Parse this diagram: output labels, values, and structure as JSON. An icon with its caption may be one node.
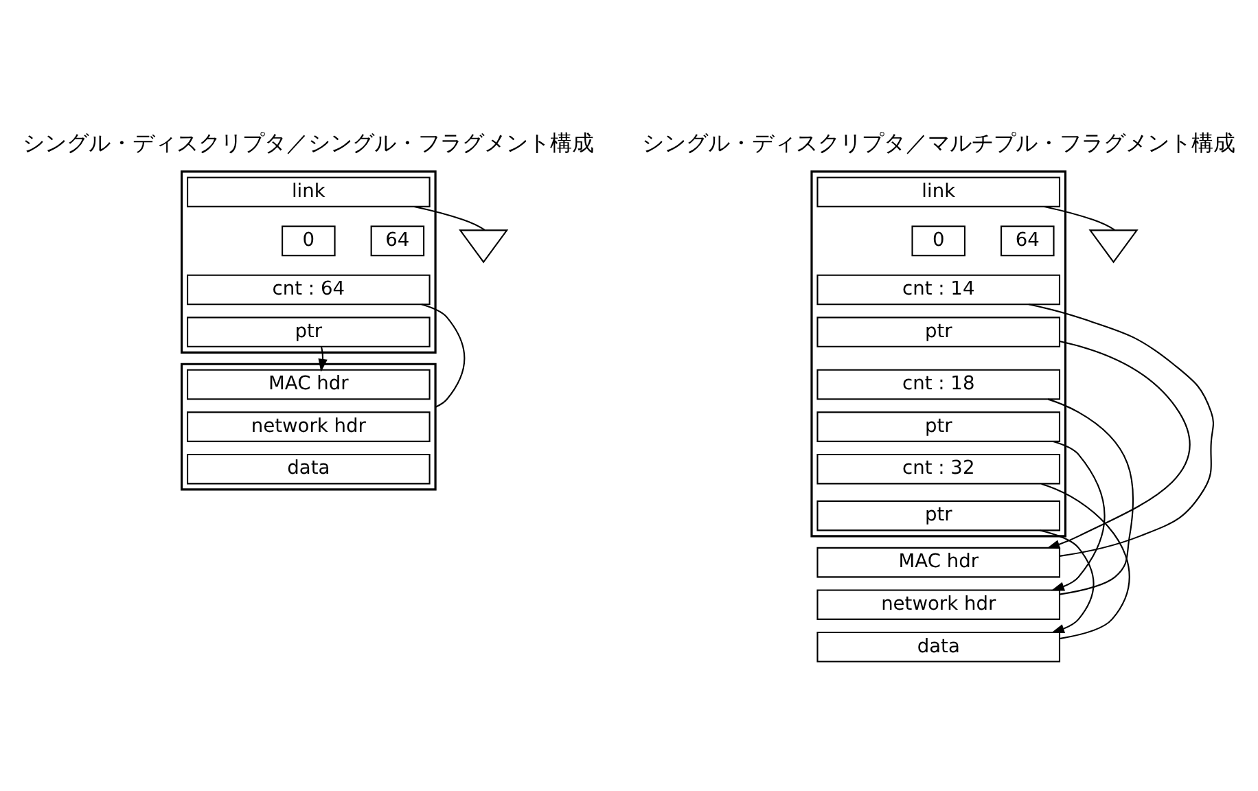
{
  "diagram": {
    "nodes": [
      {
        "text": [],
        "shape": "box"
      },
      {
        "text": [
          "link"
        ],
        "in": 0
      },
      {
        "text": [
          "0"
        ],
        "in": 0
      },
      {
        "text": [
          "64"
        ],
        "in": 0
      },
      {
        "text": [
          "cnt : 64"
        ],
        "in": 0
      },
      {
        "text": [
          "ptr"
        ],
        "in": 0
      },
      {
        "text": [],
        "shape": "triangle"
      },
      {
        "text": [],
        "shape": "box"
      },
      {
        "text": [
          "MAC hdr"
        ],
        "in": 7
      },
      {
        "text": [
          "network hdr"
        ],
        "in": 7
      },
      {
        "text": [
          "data"
        ],
        "in": 7
      },
      {
        "text": [],
        "shape": "box"
      },
      {
        "text": [
          "link"
        ],
        "in": 11
      },
      {
        "text": [
          "0"
        ],
        "in": 11
      },
      {
        "text": [
          "64"
        ],
        "in": 11
      },
      {
        "text": [
          "cnt : 14"
        ],
        "in": 11
      },
      {
        "text": [
          "ptr"
        ],
        "in": 11
      },
      {
        "text": [
          "cnt : 18"
        ],
        "in": 11
      },
      {
        "text": [
          "ptr"
        ],
        "in": 11
      },
      {
        "text": [
          "cnt : 32"
        ],
        "in": 11
      },
      {
        "text": [
          "ptr"
        ],
        "in": 11
      },
      {
        "text": [],
        "shape": "triangle"
      },
      {
        "text": [
          "MAC hdr"
        ]
      },
      {
        "text": [
          "network hdr"
        ]
      },
      {
        "text": [
          "data"
        ]
      }
    ],
    "edges": [
      {
        "from": 1,
        "to": 6,
        "arrow": "none"
      },
      {
        "from": 5,
        "to": 8,
        "arrow": "to"
      },
      {
        "from": 4,
        "to": 7,
        "arrow": "none"
      },
      {
        "from": 12,
        "to": 21,
        "arrow": "none"
      },
      {
        "from": 16,
        "to": 22,
        "arrow": "to"
      },
      {
        "from": 18,
        "to": 23,
        "arrow": "to"
      },
      {
        "from": 20,
        "to": 24,
        "arrow": "to"
      },
      {
        "from": 15,
        "to": 22,
        "arrow": "none"
      },
      {
        "from": 17,
        "to": 23,
        "arrow": "none"
      },
      {
        "from": 19,
        "to": 24,
        "arrow": "none"
      }
    ],
    "labels": [
      "シングル・ディスクリプタ／シングル・フラグメント構成",
      "シングル・ディスクリプタ／マルチプル・フラグメント構成"
    ]
  }
}
